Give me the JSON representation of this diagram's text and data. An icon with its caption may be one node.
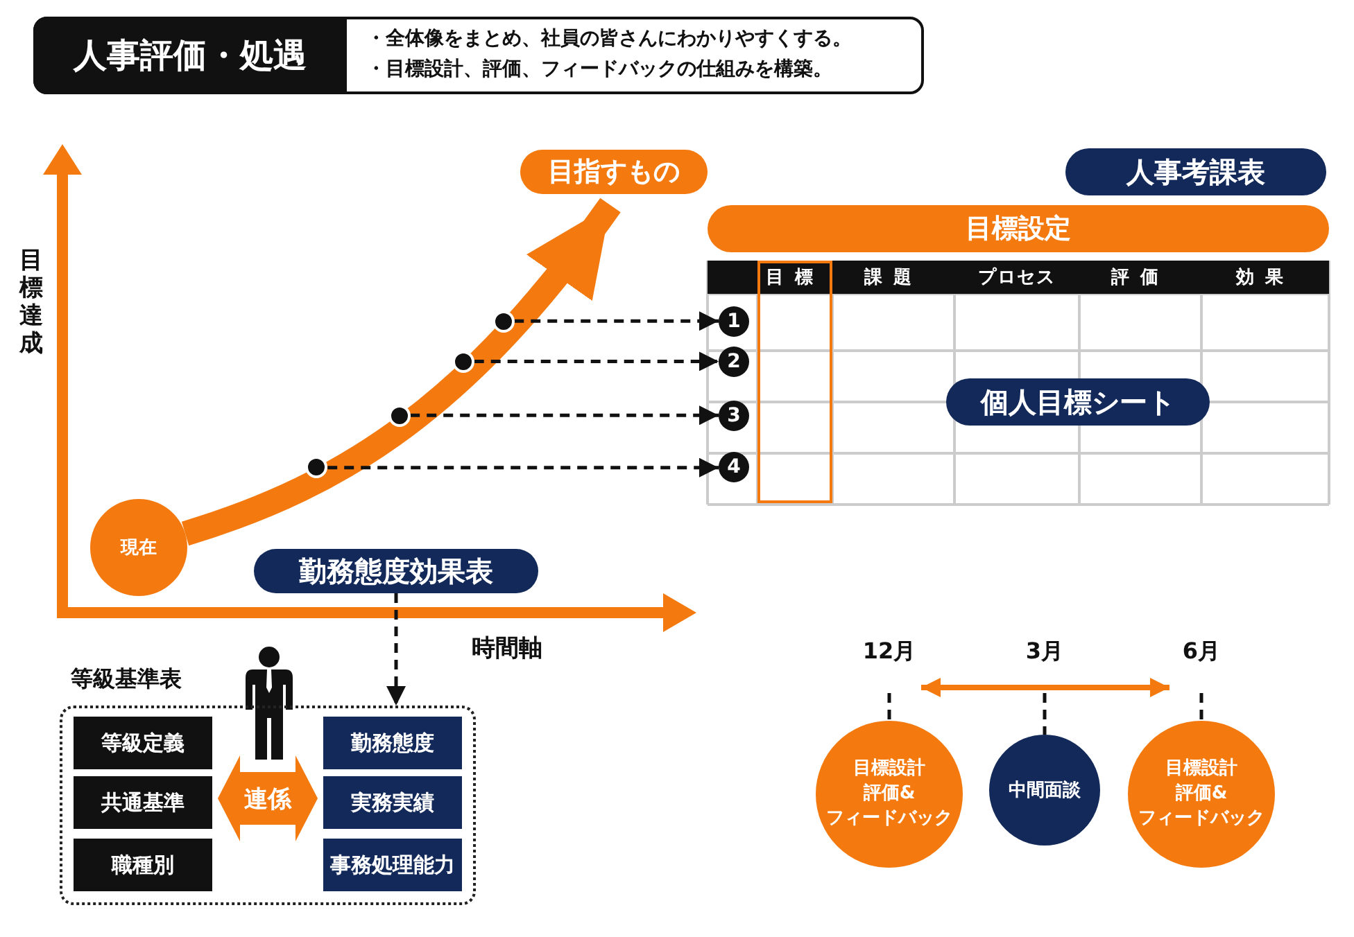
{
  "diagram": {
    "title": "人事評価・処遇",
    "nodes": [
      {
        "text": [
          "目指すもの"
        ]
      },
      {
        "text": [
          "人事考課表"
        ]
      },
      {
        "text": [
          "目標設定"
        ]
      },
      {
        "text": [],
        "shape": "circle"
      },
      {
        "text": [],
        "shape": "circle"
      },
      {
        "text": [],
        "shape": "circle"
      },
      {
        "text": [],
        "shape": "circle"
      },
      {
        "text": [
          "1"
        ]
      },
      {
        "text": [
          "2"
        ]
      },
      {
        "text": [
          "3"
        ]
      },
      {
        "text": [
          "4"
        ]
      },
      {
        "text": [
          "個人目標シート"
        ]
      },
      {
        "text": [
          "現在"
        ]
      },
      {
        "text": [
          "勤務態度効果表"
        ]
      },
      {
        "text": [],
        "shape": "person"
      },
      {
        "text": [
          "等級基準表"
        ]
      },
      {
        "text": [
          "等級定義"
        ],
        "in": 15
      },
      {
        "text": [
          "勤務態度"
        ],
        "in": 15
      },
      {
        "text": [
          "共通基準"
        ],
        "in": 15
      },
      {
        "text": [
          "連係"
        ],
        "in": 15
      },
      {
        "text": [
          "実務実績"
        ],
        "in": 15
      },
      {
        "text": [
          "職種別"
        ],
        "in": 15
      },
      {
        "text": [
          "事務処理能力"
        ],
        "in": 15
      },
      {
        "text": [
          "12月"
        ]
      },
      {
        "text": [
          "3月"
        ]
      },
      {
        "text": [
          "6月"
        ]
      },
      {
        "text": [
          "目標設計",
          "評価&",
          "フィードバック"
        ]
      },
      {
        "text": [
          "中間面談"
        ]
      },
      {
        "text": [
          "目標設計",
          "評価&",
          "フィードバック"
        ]
      }
    ],
    "edges": [
      {
        "from": 12,
        "to": 0,
        "arrow": "to",
        "style": "thick",
        "color": "#f47a10"
      },
      {
        "from": 3,
        "to": 7,
        "arrow": "to",
        "style": "dashed"
      },
      {
        "from": 4,
        "to": 8,
        "arrow": "to",
        "style": "dashed"
      },
      {
        "from": 5,
        "to": 9,
        "arrow": "to",
        "style": "dashed"
      },
      {
        "from": 6,
        "to": 10,
        "arrow": "to",
        "style": "dashed"
      },
      {
        "from": 13,
        "to": 15,
        "arrow": "to",
        "style": "dashed"
      },
      {
        "from": 23,
        "to": 26,
        "arrow": "none",
        "style": "dashed"
      },
      {
        "from": 24,
        "to": 27,
        "arrow": "none",
        "style": "dashed"
      },
      {
        "from": 25,
        "to": 28,
        "arrow": "none",
        "style": "dashed"
      },
      {
        "from": 23,
        "to": 25,
        "arrow": "both",
        "color": "#f47a10"
      }
    ],
    "labels": [
      "・全体像をまとめ、社員の皆さんにわかりやすくする。",
      "・目標設計、評価、フィードバックの仕組みを構築。",
      "目標達成",
      "目標",
      "課題",
      "プロセス",
      "評価",
      "効果",
      "時間軸"
    ]
  }
}
